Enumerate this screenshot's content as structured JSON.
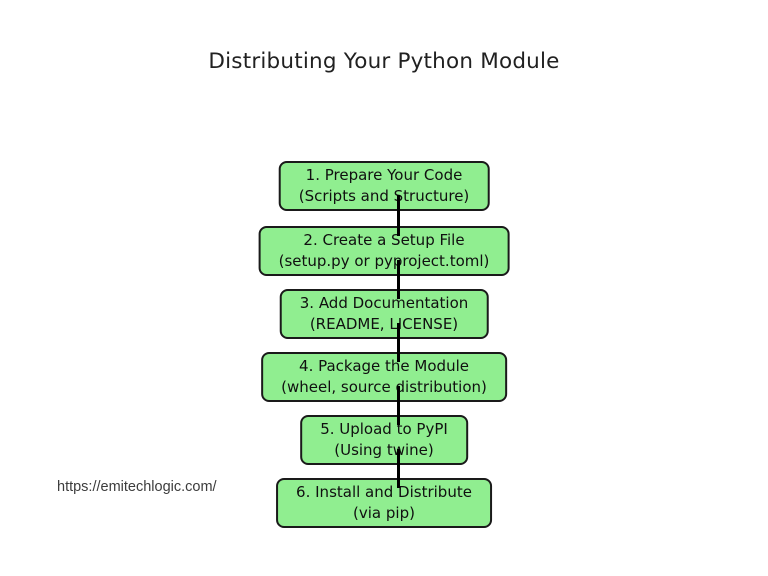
{
  "diagram": {
    "title": "Distributing Your Python Module",
    "watermark": "https://emitechlogic.com/",
    "steps": [
      {
        "line1": "1. Prepare Your Code",
        "line2": "(Scripts and Structure)"
      },
      {
        "line1": "2. Create a Setup File",
        "line2": "(setup.py or pyproject.toml)"
      },
      {
        "line1": "3. Add Documentation",
        "line2": "(README, LICENSE)"
      },
      {
        "line1": "4. Package the Module",
        "line2": "(wheel, source distribution)"
      },
      {
        "line1": "5. Upload to PyPI",
        "line2": "(Using twine)"
      },
      {
        "line1": "6. Install and Distribute",
        "line2": "(via pip)"
      }
    ],
    "colors": {
      "background": "#ffffff",
      "box_fill": "#90ee90",
      "box_border": "#1a1a1a",
      "connector": "#000000",
      "title_text": "#212121",
      "watermark_text": "#3c3c3c"
    }
  }
}
